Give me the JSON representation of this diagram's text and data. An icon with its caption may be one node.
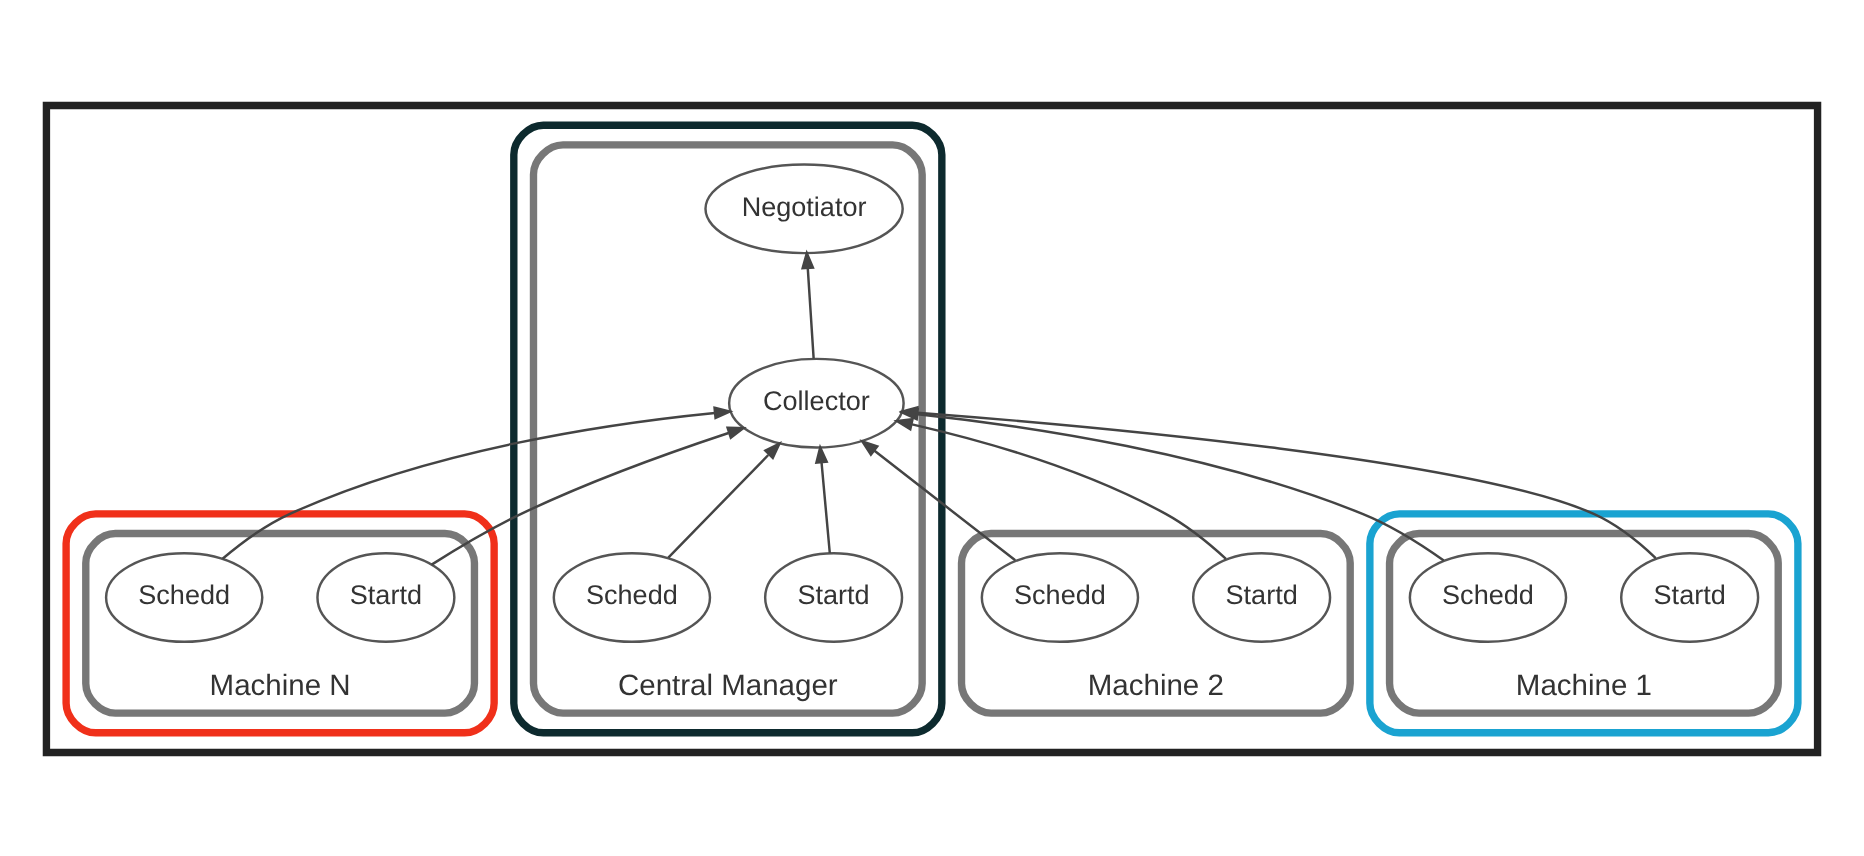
{
  "diagram": {
    "nodes": [
      {
        "text": [],
        "shape": "box"
      },
      {
        "text": [],
        "shape": "box",
        "in": 0
      },
      {
        "text": [
          "Central Manager"
        ],
        "in": 1
      },
      {
        "text": [
          "Negotiator"
        ],
        "in": 2
      },
      {
        "text": [
          "Startd"
        ],
        "in": 2
      },
      {
        "text": [
          "Collector"
        ],
        "in": 2
      },
      {
        "text": [
          "Schedd"
        ],
        "in": 2
      },
      {
        "text": [],
        "shape": "box",
        "in": 0
      },
      {
        "text": [
          "Machine 1"
        ],
        "in": 7
      },
      {
        "text": [
          "Startd"
        ],
        "in": 8
      },
      {
        "text": [
          "Schedd"
        ],
        "in": 8
      },
      {
        "text": [
          "Machine 2"
        ],
        "in": 0
      },
      {
        "text": [
          "Startd"
        ],
        "in": 11
      },
      {
        "text": [
          "Schedd"
        ],
        "in": 11
      },
      {
        "text": [],
        "shape": "box",
        "in": 0
      },
      {
        "text": [
          "Machine N"
        ],
        "in": 14
      },
      {
        "text": [
          "Startd"
        ],
        "in": 15
      },
      {
        "text": [
          "Schedd"
        ],
        "in": 15
      }
    ],
    "edges": [
      {
        "from": 5,
        "to": 3,
        "arrow": "to"
      },
      {
        "from": 4,
        "to": 5,
        "arrow": "to"
      },
      {
        "from": 6,
        "to": 5,
        "arrow": "to"
      },
      {
        "from": 9,
        "to": 5,
        "arrow": "to"
      },
      {
        "from": 10,
        "to": 5,
        "arrow": "to"
      },
      {
        "from": 12,
        "to": 5,
        "arrow": "to"
      },
      {
        "from": 13,
        "to": 5,
        "arrow": "to"
      },
      {
        "from": 16,
        "to": 5,
        "arrow": "to"
      },
      {
        "from": 17,
        "to": 5,
        "arrow": "to"
      }
    ]
  }
}
